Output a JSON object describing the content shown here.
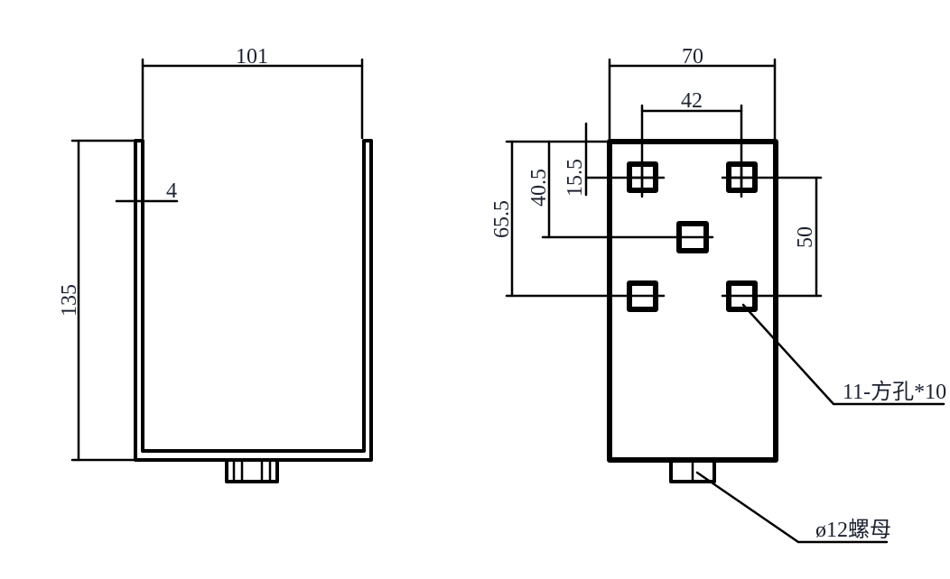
{
  "drawing": {
    "front_view": {
      "width_dim": "101",
      "height_dim": "135",
      "thickness_dim": "4"
    },
    "side_view": {
      "width_dim": "70",
      "hole_spacing_dim": "42",
      "dim_65_5": "65.5",
      "dim_40_5": "40.5",
      "dim_15_5": "15.5",
      "vertical_hole_spacing_dim": "50",
      "hole_note": "11-方孔*10",
      "nut_note": "ø12螺母"
    }
  }
}
